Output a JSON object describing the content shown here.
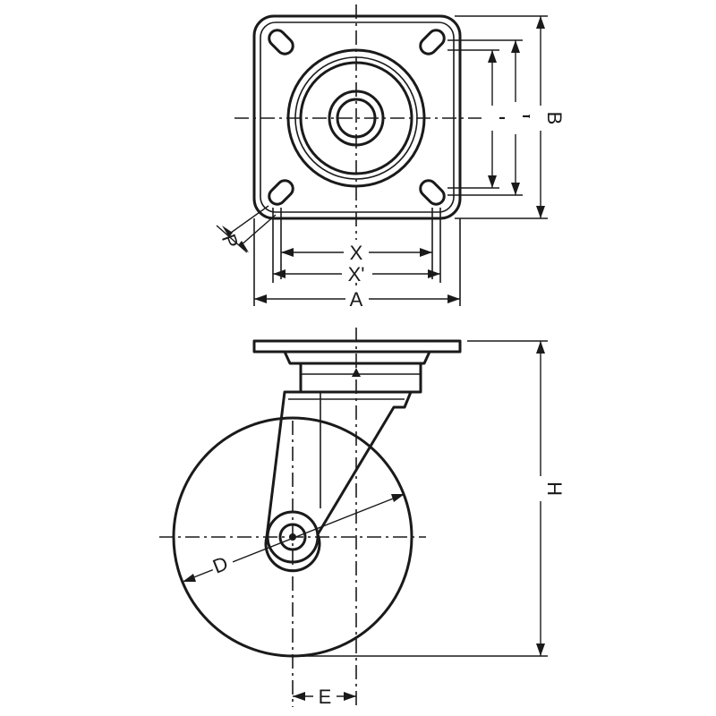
{
  "labels": {
    "A": "A",
    "B": "B",
    "X": "X",
    "X_prime": "X'",
    "Y": "Y",
    "Y_prime": "Y'",
    "P": "P",
    "H": "H",
    "D": "D",
    "E": "E"
  },
  "colors": {
    "line": "#1a1a1a",
    "background": "#ffffff"
  }
}
